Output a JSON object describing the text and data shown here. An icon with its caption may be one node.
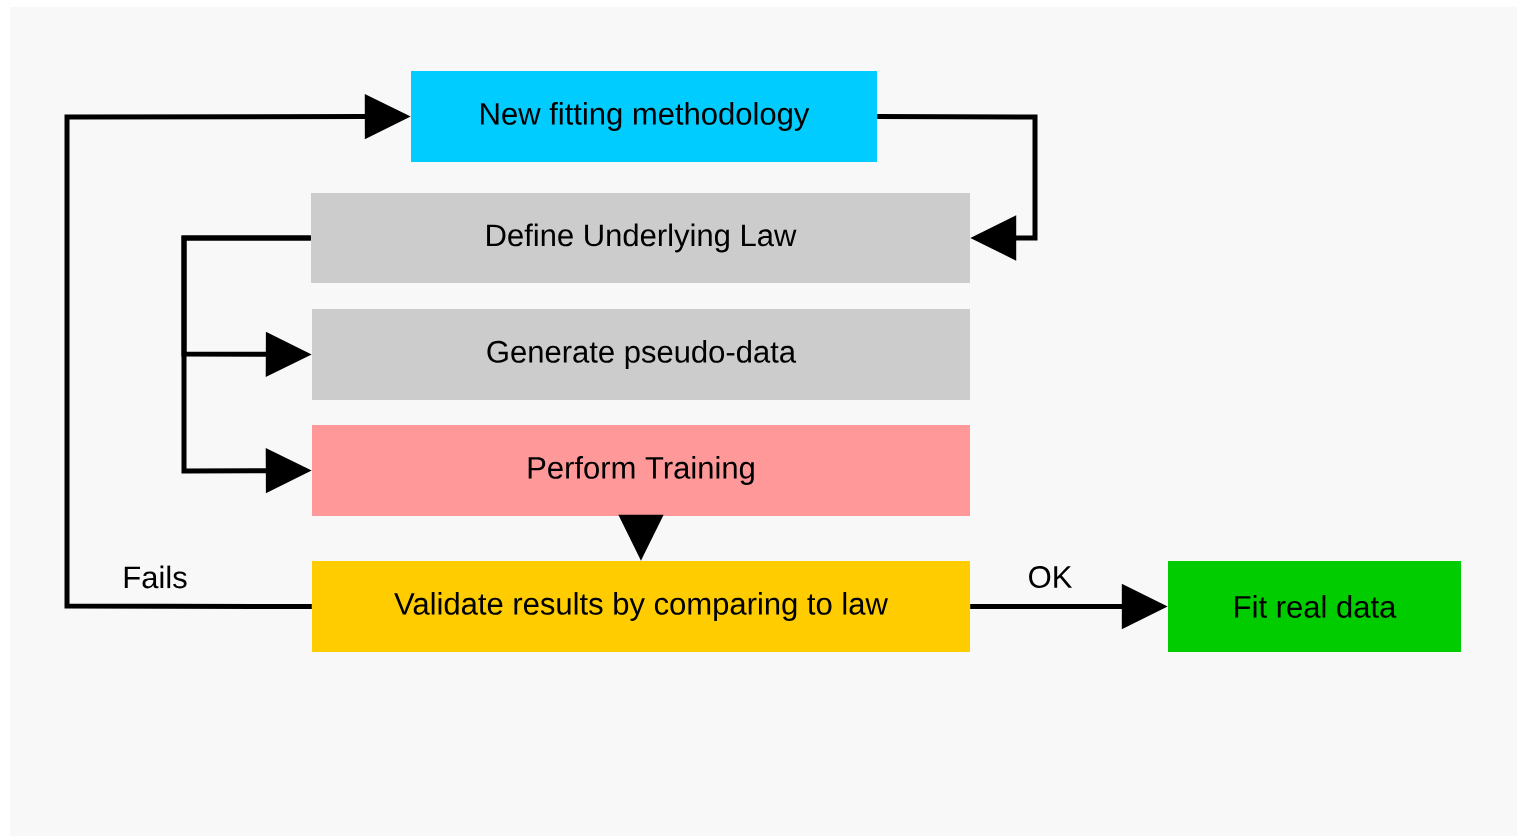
{
  "diagram": {
    "nodes": [
      {
        "text": [
          "New fitting methodology"
        ]
      },
      {
        "text": [
          "Define Underlying Law"
        ]
      },
      {
        "text": [
          "Generate pseudo-data"
        ]
      },
      {
        "text": [
          "Perform Training"
        ]
      },
      {
        "text": [
          "Validate results by comparing to law"
        ]
      },
      {
        "text": [
          "Fit real data"
        ]
      }
    ],
    "edges": [
      {
        "from": 0,
        "to": 1,
        "arrow": "to"
      },
      {
        "from": 1,
        "to": 2,
        "arrow": "to"
      },
      {
        "from": 1,
        "to": 3,
        "arrow": "to"
      },
      {
        "from": 3,
        "to": 4,
        "arrow": "to"
      },
      {
        "from": 4,
        "to": 0,
        "arrow": "to",
        "label": "Fails"
      },
      {
        "from": 4,
        "to": 5,
        "arrow": "to",
        "label": "OK"
      }
    ]
  }
}
